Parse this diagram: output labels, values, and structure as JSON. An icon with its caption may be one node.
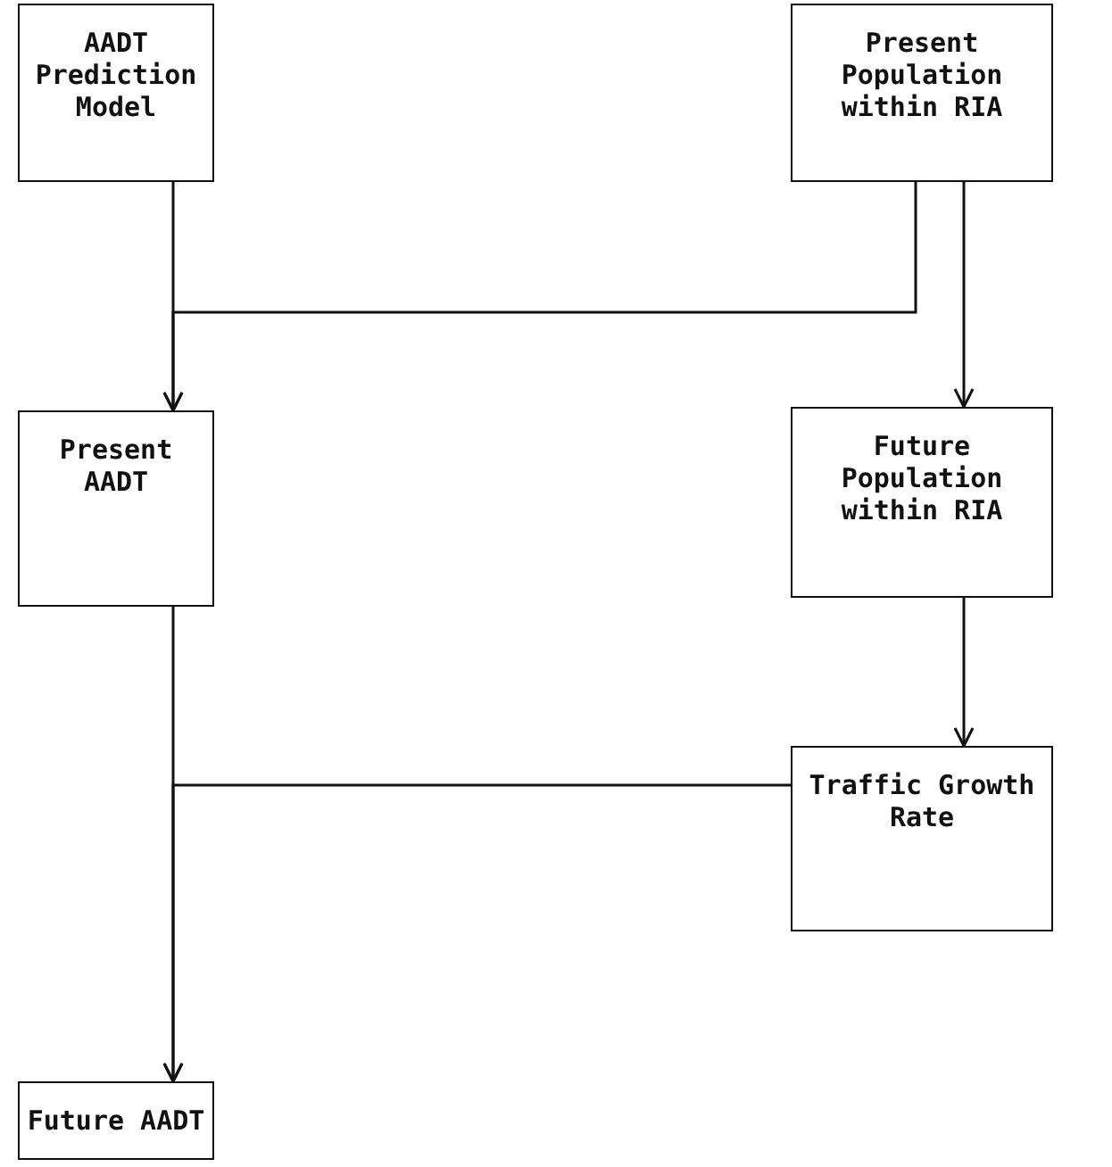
{
  "diagram": {
    "nodes": [
      {
        "text": [
          "AADT Prediction Model"
        ]
      },
      {
        "text": [
          "Present Population within RIA"
        ]
      },
      {
        "text": [
          "Present AADT"
        ]
      },
      {
        "text": [
          "Future Population within RIA"
        ]
      },
      {
        "text": [
          "Traffic Growth Rate"
        ]
      },
      {
        "text": [
          "Future AADT"
        ]
      }
    ],
    "edges": [
      {
        "from": 0,
        "to": 2,
        "arrow": "to"
      },
      {
        "from": 1,
        "to": 2,
        "arrow": "to"
      },
      {
        "from": 1,
        "to": 3,
        "arrow": "to"
      },
      {
        "from": 3,
        "to": 4,
        "arrow": "to"
      },
      {
        "from": 2,
        "to": 5,
        "arrow": "to"
      },
      {
        "from": 4,
        "to": 5,
        "arrow": "to"
      }
    ]
  }
}
